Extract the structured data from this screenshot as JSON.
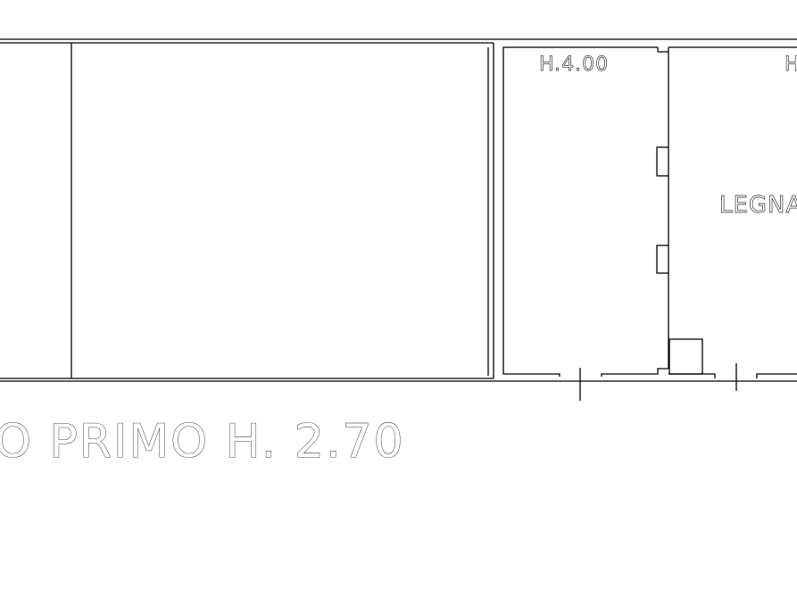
{
  "plan": {
    "room_height_left": "H.4.00",
    "room_height_right": "H",
    "room_name": "LEGNA",
    "floor_caption": "O PRIMO H. 2.70"
  }
}
